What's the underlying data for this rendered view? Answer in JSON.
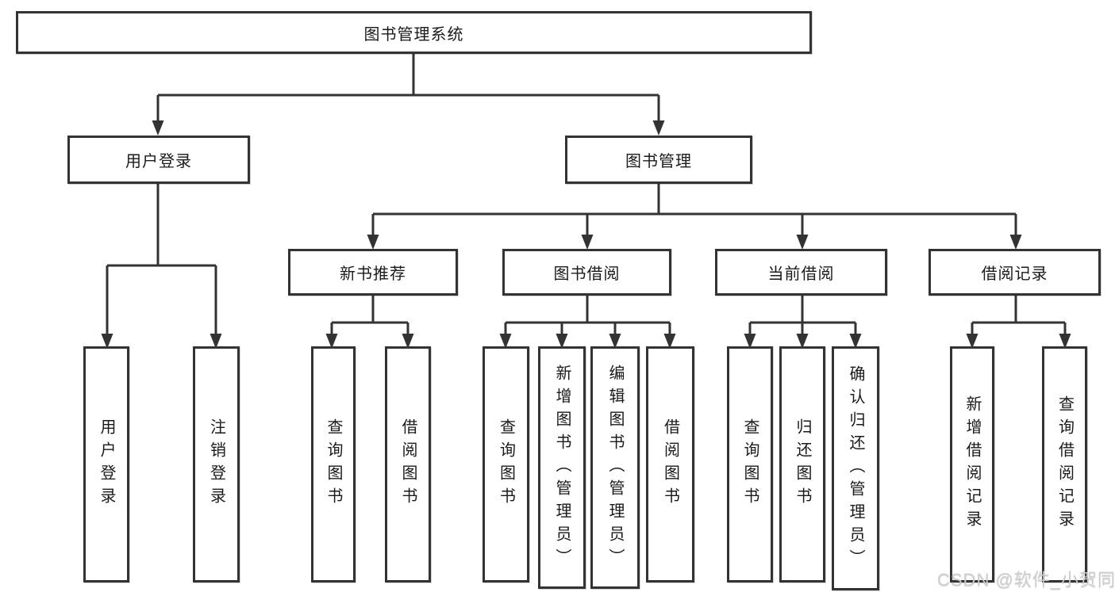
{
  "diagram": {
    "type": "hierarchy-tree",
    "direction": "top-down",
    "colors": {
      "line": "#333333",
      "box_border": "#333333",
      "box_fill": "#ffffff",
      "text": "#1a1a1a",
      "watermark_text_color": "#cecece"
    }
  },
  "tree": {
    "label": "图书管理系统",
    "children": [
      {
        "label": "用户登录",
        "children": [
          {
            "label": "用户登录"
          },
          {
            "label": "注销登录"
          }
        ]
      },
      {
        "label": "图书管理",
        "children": [
          {
            "label": "新书推荐",
            "children": [
              {
                "label": "查询图书"
              },
              {
                "label": "借阅图书"
              }
            ]
          },
          {
            "label": "图书借阅",
            "children": [
              {
                "label": "查询图书"
              },
              {
                "label": "新增图书（管理员）"
              },
              {
                "label": "编辑图书（管理员）"
              },
              {
                "label": "借阅图书"
              }
            ]
          },
          {
            "label": "当前借阅",
            "children": [
              {
                "label": "查询图书"
              },
              {
                "label": "归还图书"
              },
              {
                "label": "确认归还（管理员）"
              }
            ]
          },
          {
            "label": "借阅记录",
            "children": [
              {
                "label": "新增借阅记录"
              },
              {
                "label": "查询借阅记录"
              }
            ]
          }
        ]
      }
    ]
  },
  "watermark": {
    "text": "CSDN @软件_小贺同学"
  }
}
